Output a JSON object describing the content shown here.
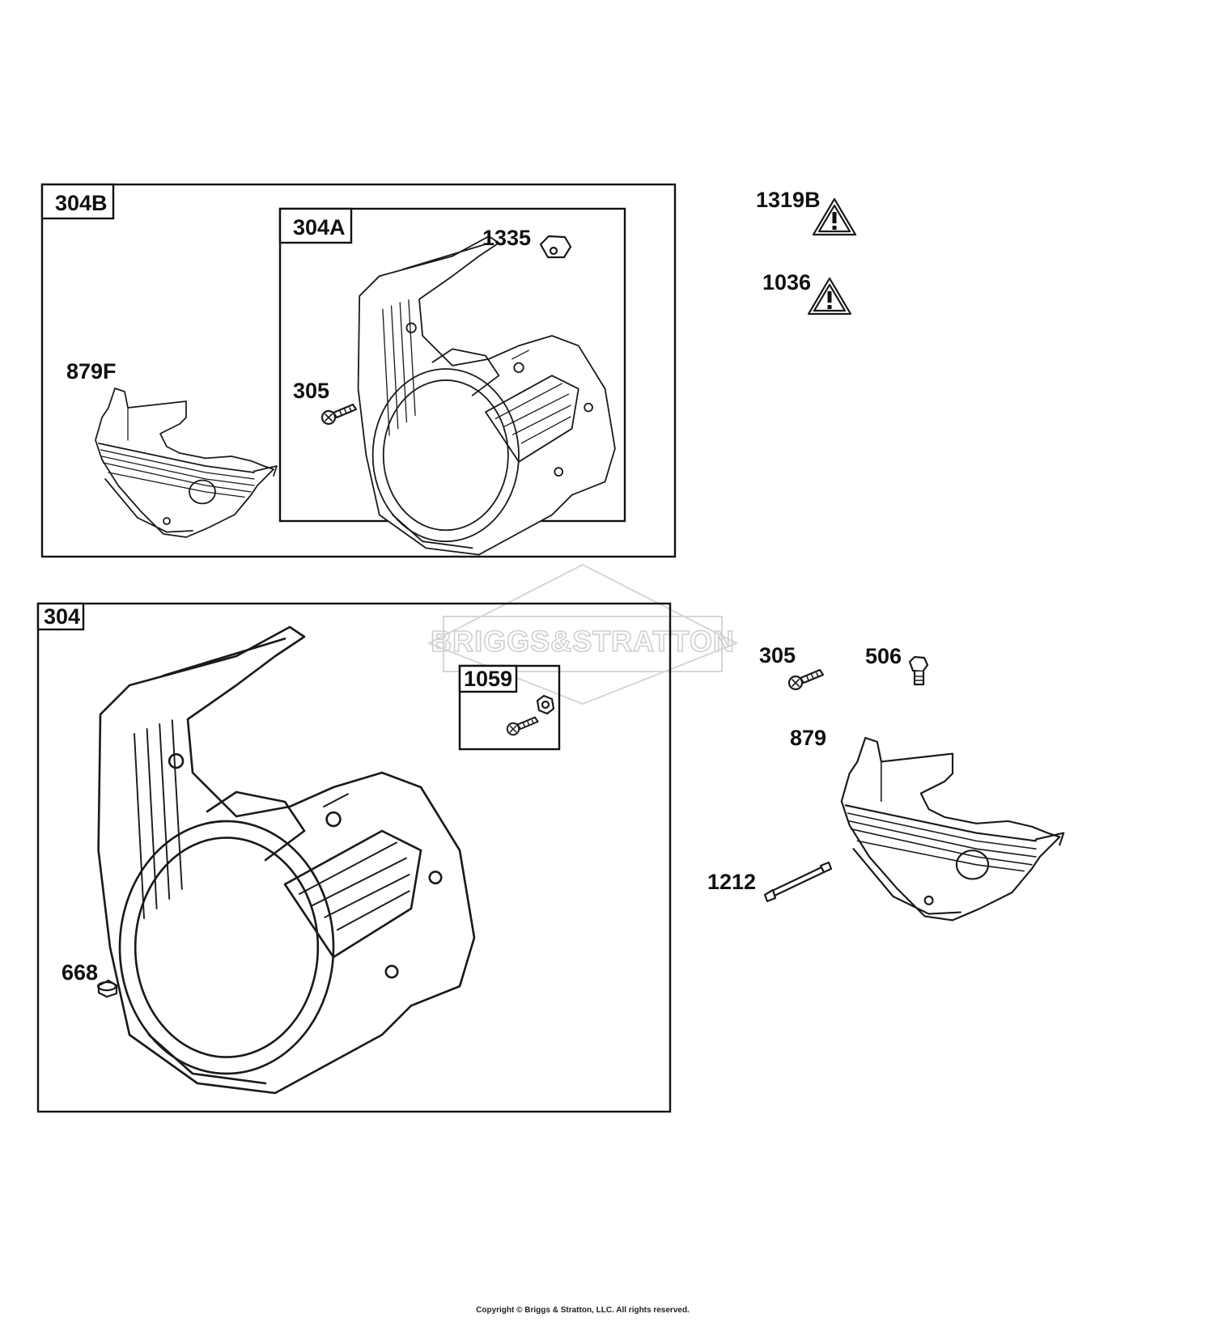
{
  "groups": {
    "g304B": {
      "label": "304B"
    },
    "g304A": {
      "label": "304A"
    },
    "g304": {
      "label": "304"
    },
    "g1059": {
      "label": "1059"
    }
  },
  "parts": {
    "p879F": "879F",
    "p1335": "1335",
    "p305_top": "305",
    "p1319B": "1319B",
    "p1036": "1036",
    "p305_right": "305",
    "p506": "506",
    "p879": "879",
    "p1212": "1212",
    "p668": "668"
  },
  "watermark": {
    "brand": "BRIGGS&STRATTON"
  },
  "footer": {
    "copyright": "Copyright © Briggs & Stratton, LLC. All rights reserved."
  },
  "colors": {
    "line": "#1a1a1a",
    "watermark": "#cfcfcf",
    "background": "#ffffff"
  }
}
